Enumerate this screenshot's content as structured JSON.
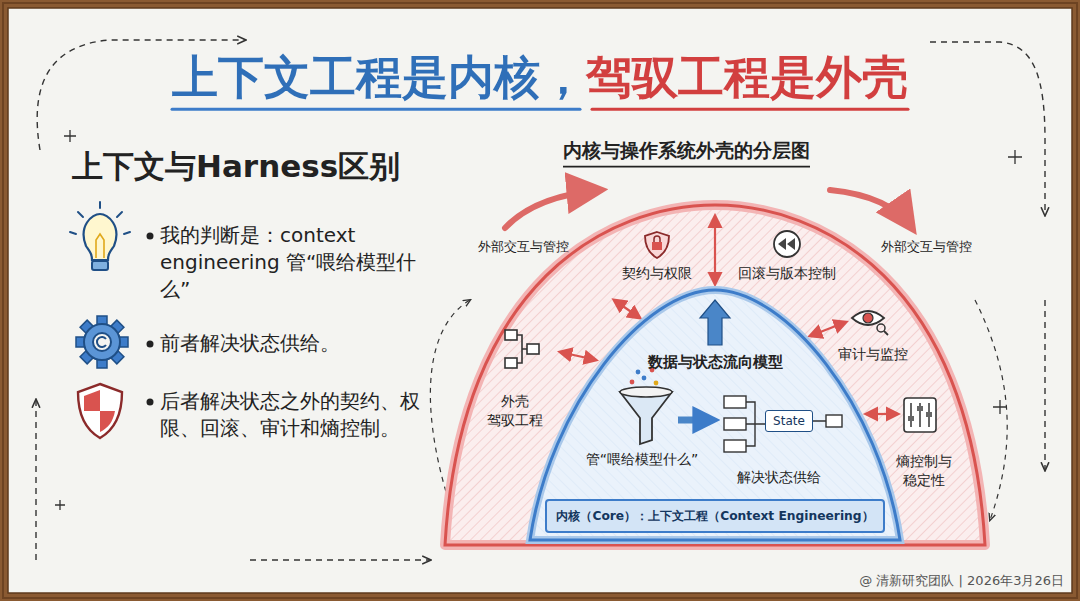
{
  "diagram": {
    "title": "上下文工程是内核，驾驭工程是外壳",
    "caption": "@ 清新研究团队 | 2026年3月26日",
    "nodes": [
      {
        "text": [
          "外壳 驾驭工程"
        ]
      },
      {
        "text": [
          "数据与状态流向模型",
          "管“喂给模型什么”",
          "解决状态供给"
        ],
        "in": 0
      },
      {
        "text": [
          "内核（Core）：上下文工程（Context Engineering）"
        ],
        "in": 1
      },
      {
        "text": [
          "State"
        ],
        "in": 1
      }
    ],
    "labels": [
      "上下文与Harness区别",
      "我的判断是：context engineering 管“喂给模型什么”",
      "前者解决状态供给。",
      "后者解决状态之外的契约、权限、回滚、审计和熵控制。",
      "内核与操作系统外壳的分层图",
      "外部交互与管控",
      "契约与权限",
      "回滚与版本控制",
      "外部交互与管控",
      "审计与监控",
      "熵控制与稳定性"
    ]
  }
}
